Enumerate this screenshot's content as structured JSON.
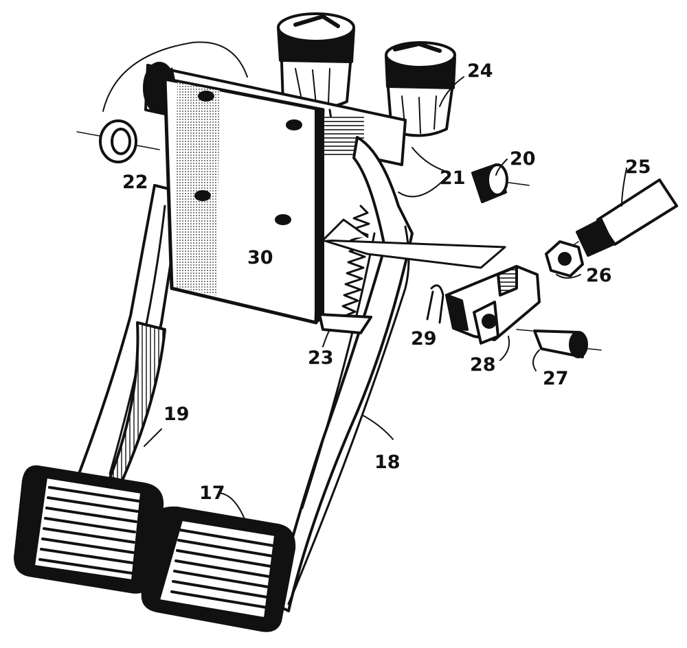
{
  "diagram": {
    "callouts": [
      {
        "id": "17",
        "text": "17"
      },
      {
        "id": "18",
        "text": "18"
      },
      {
        "id": "19",
        "text": "19"
      },
      {
        "id": "20",
        "text": "20"
      },
      {
        "id": "21",
        "text": "21"
      },
      {
        "id": "22",
        "text": "22"
      },
      {
        "id": "23",
        "text": "23"
      },
      {
        "id": "24",
        "text": "24"
      },
      {
        "id": "25",
        "text": "25"
      },
      {
        "id": "26",
        "text": "26"
      },
      {
        "id": "27",
        "text": "27"
      },
      {
        "id": "28",
        "text": "28"
      },
      {
        "id": "29",
        "text": "29"
      },
      {
        "id": "30",
        "text": "30"
      }
    ]
  }
}
